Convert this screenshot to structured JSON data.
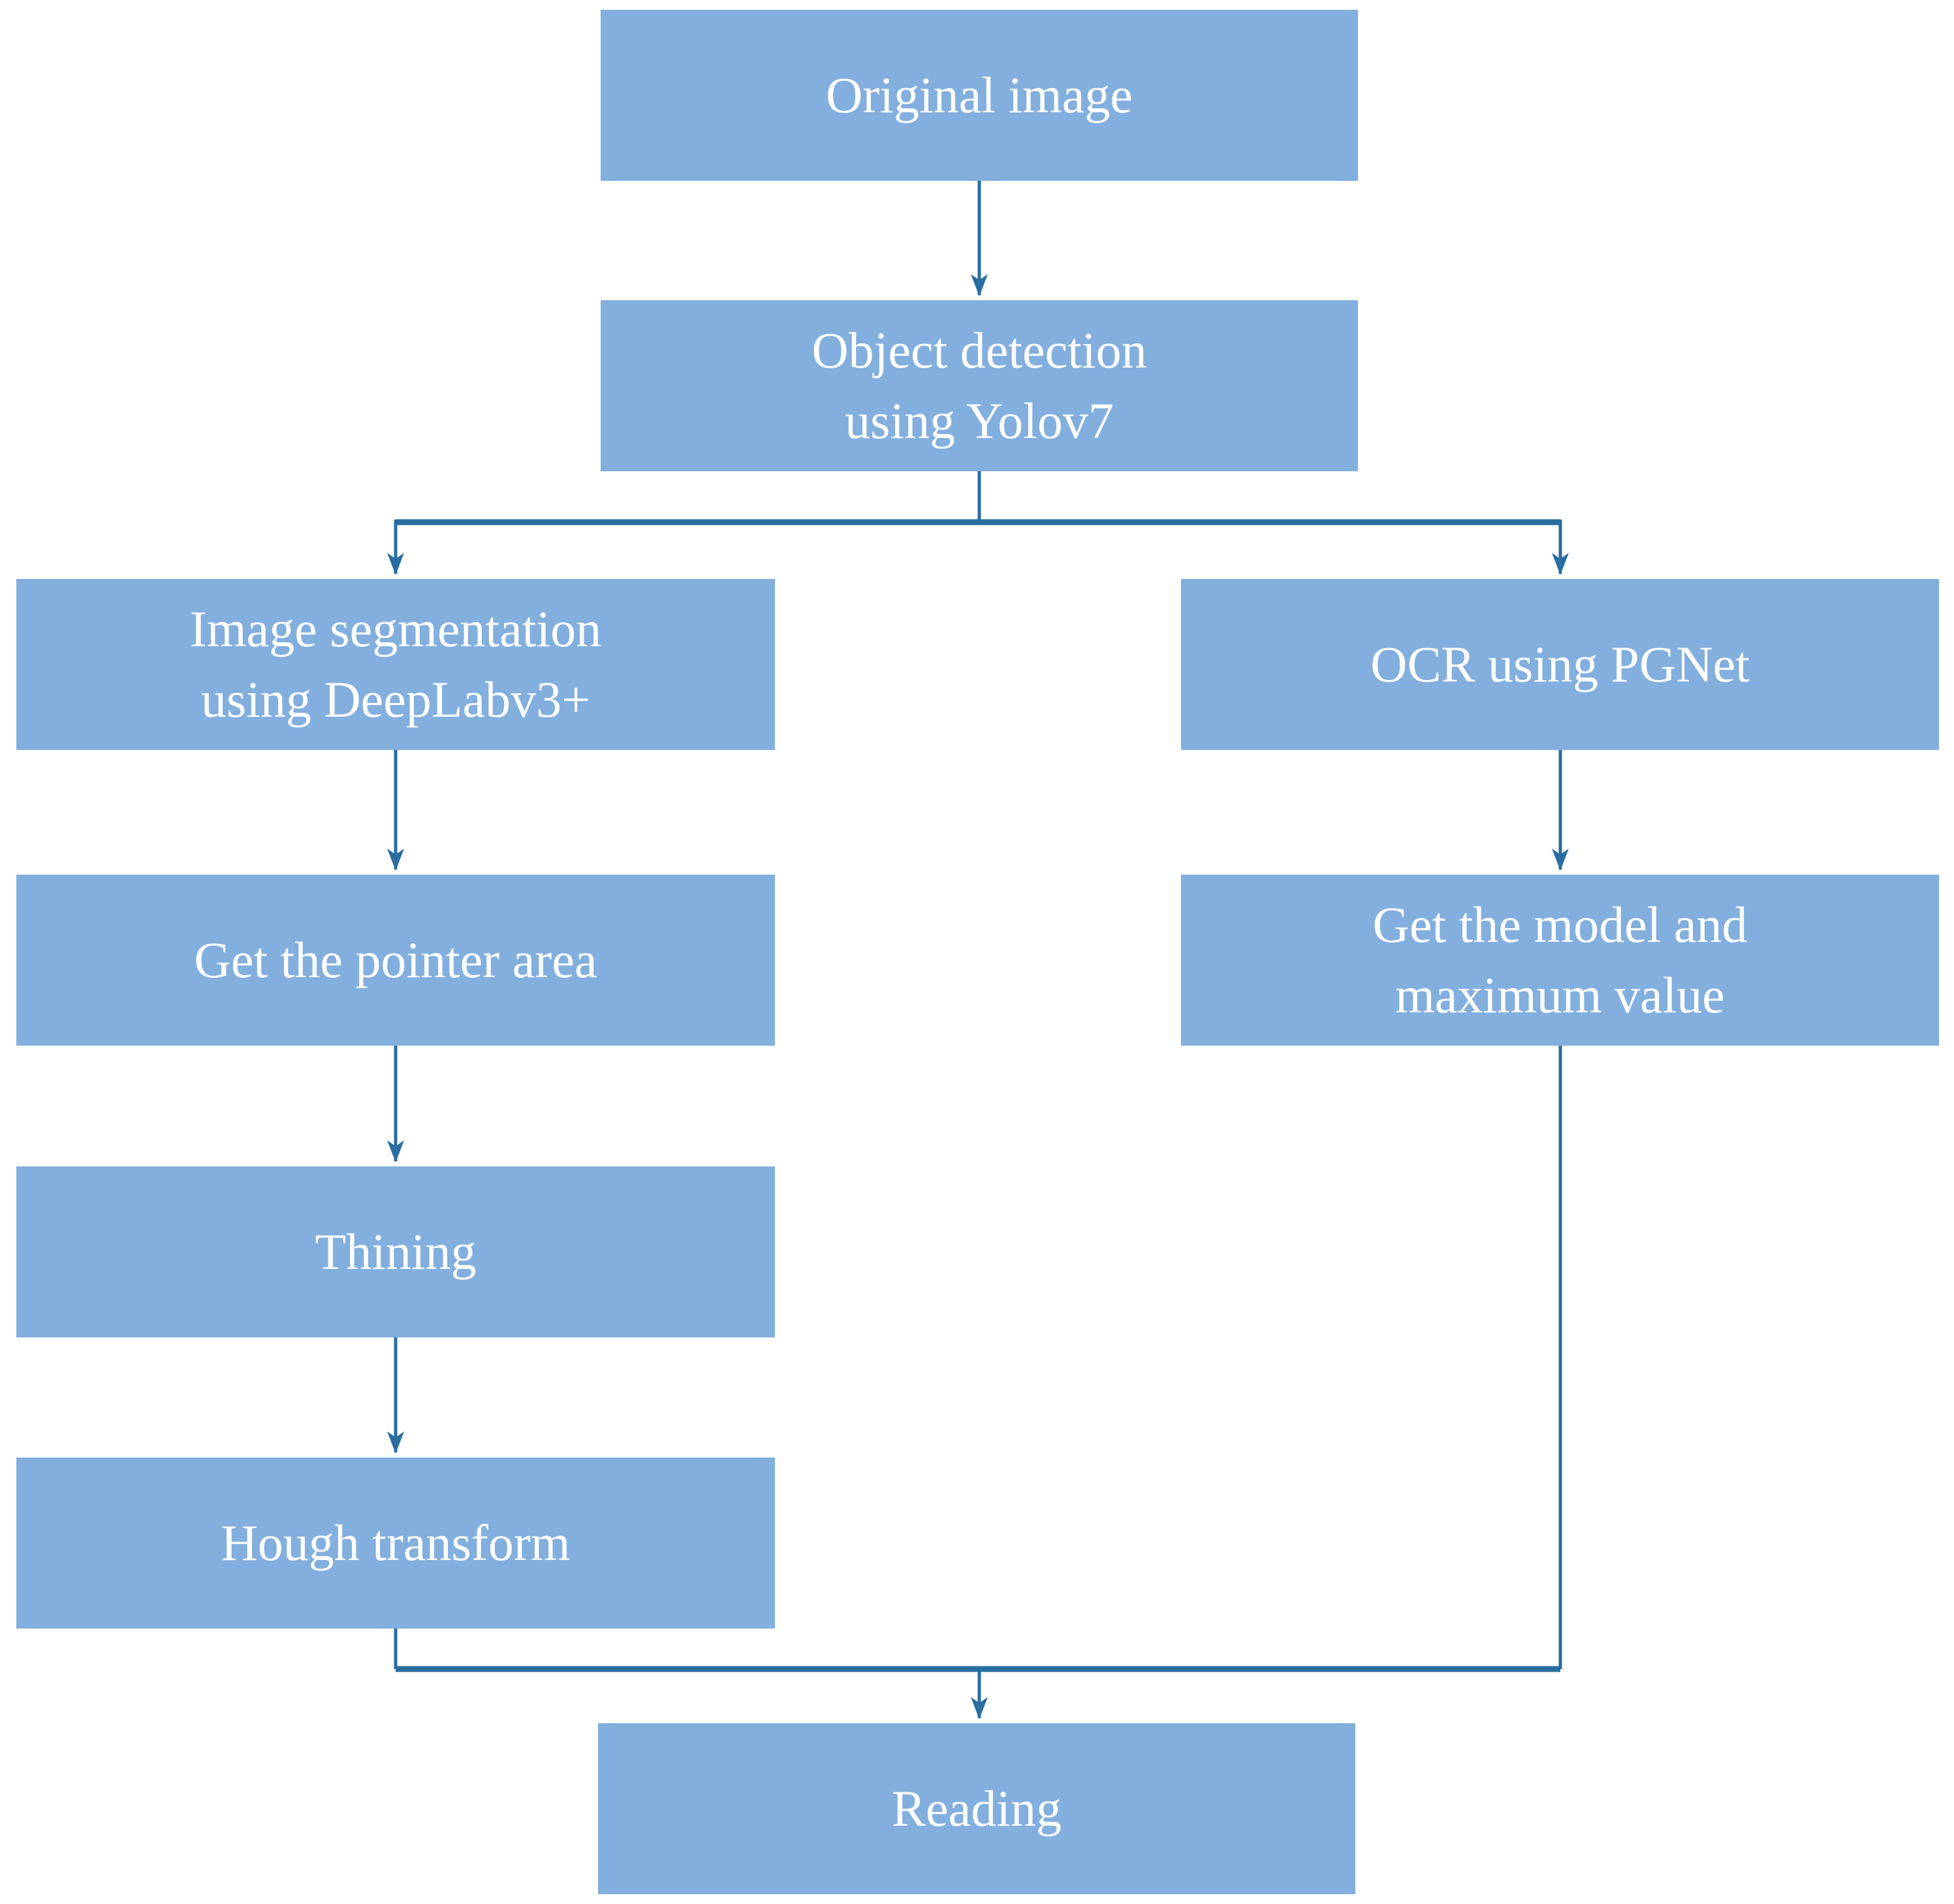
{
  "diagram": {
    "type": "flowchart",
    "colors": {
      "node_fill": "#82AFDE",
      "node_text": "#FFFFFF",
      "connector": "#2A6DA0",
      "background": "#FFFFFF"
    },
    "nodes": {
      "original_image": {
        "label": "Original image"
      },
      "object_detection": {
        "label": "Object detection\nusing Yolov7"
      },
      "image_segmentation": {
        "label": "Image segmentation\nusing DeepLabv3+"
      },
      "ocr": {
        "label": "OCR using PGNet"
      },
      "pointer_area": {
        "label": "Get the pointer area"
      },
      "model_max": {
        "label": "Get the model and\nmaximum value"
      },
      "thining": {
        "label": "Thining"
      },
      "hough": {
        "label": "Hough transform"
      },
      "reading": {
        "label": "Reading"
      }
    },
    "edges": [
      {
        "from": "original_image",
        "to": "object_detection"
      },
      {
        "from": "object_detection",
        "to": "image_segmentation"
      },
      {
        "from": "object_detection",
        "to": "ocr"
      },
      {
        "from": "image_segmentation",
        "to": "pointer_area"
      },
      {
        "from": "ocr",
        "to": "model_max"
      },
      {
        "from": "pointer_area",
        "to": "thining"
      },
      {
        "from": "thining",
        "to": "hough"
      },
      {
        "from": "hough",
        "to": "reading"
      },
      {
        "from": "model_max",
        "to": "reading"
      }
    ]
  }
}
